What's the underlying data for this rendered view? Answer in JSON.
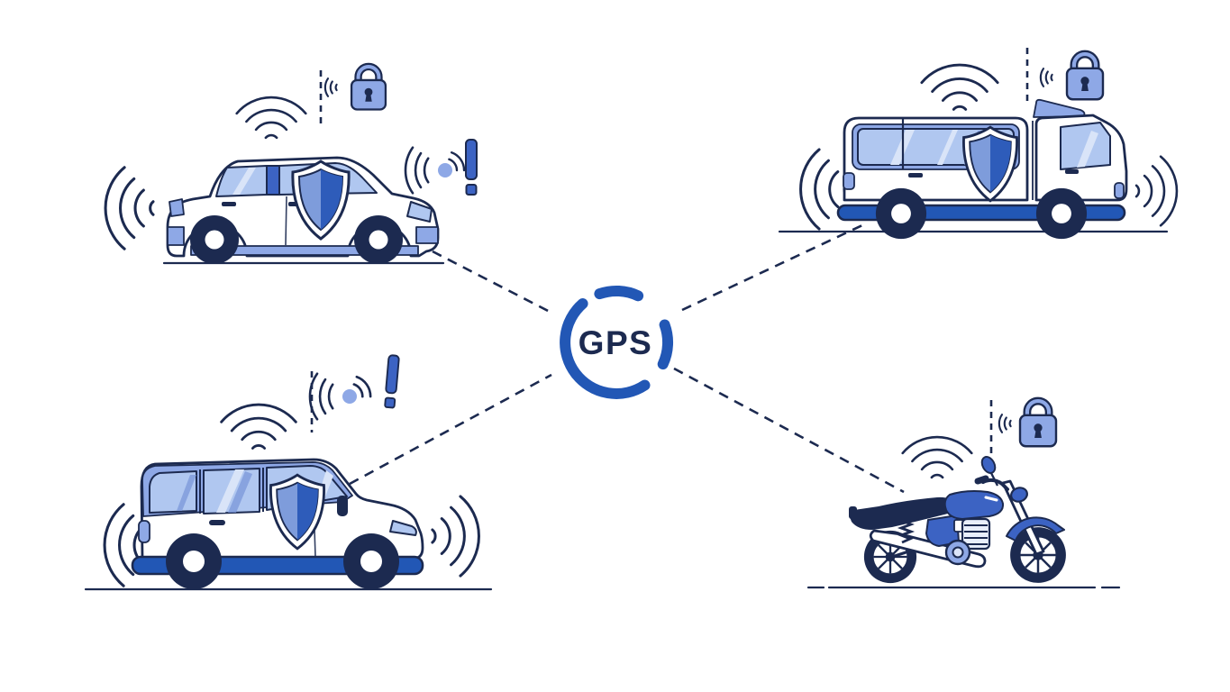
{
  "title": "GPS vehicle tracking illustration",
  "hub": {
    "label": "GPS"
  },
  "palette": {
    "navy": "#1c2a50",
    "primaryBlue": "#2257b5",
    "mediumBlue": "#3c63c3",
    "softBlue": "#7e9cdb",
    "shieldRight": "#2e5cba",
    "lightBlue": "#b0c7f0",
    "paleBlue": "#d9e4f8",
    "periwinkle": "#8ea8e6",
    "background": "#ffffff"
  },
  "nodes": [
    {
      "id": "car",
      "position": "top-left",
      "icons": [
        "wifi-signal",
        "lock",
        "alert",
        "shield"
      ]
    },
    {
      "id": "truck",
      "position": "top-right",
      "icons": [
        "wifi-signal",
        "lock",
        "shield"
      ]
    },
    {
      "id": "van",
      "position": "bottom-left",
      "icons": [
        "wifi-signal",
        "alert",
        "shield"
      ]
    },
    {
      "id": "motorcycle",
      "position": "bottom-right",
      "icons": [
        "wifi-signal",
        "lock"
      ]
    }
  ]
}
